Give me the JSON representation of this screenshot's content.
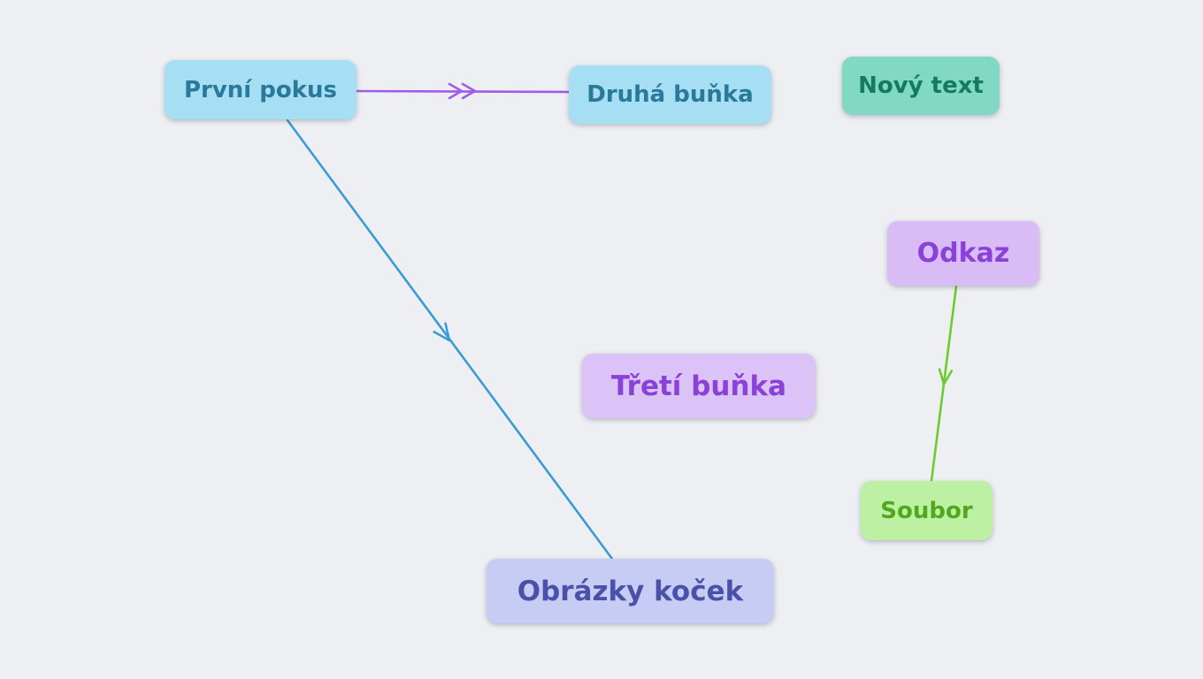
{
  "canvas": {
    "background": "#edeff2",
    "nodes": [
      {
        "id": "prvni-pokus",
        "label": "První pokus",
        "fill": "#a6def4",
        "text_color": "#29799a"
      },
      {
        "id": "druha-bunka",
        "label": "Druhá buňka",
        "fill": "#a6def4",
        "text_color": "#29799a"
      },
      {
        "id": "novy-text",
        "label": "Nový text",
        "fill": "#82d9c3",
        "text_color": "#147a60"
      },
      {
        "id": "odkaz",
        "label": "Odkaz",
        "fill": "#d9bbf6",
        "text_color": "#8a41d8"
      },
      {
        "id": "treti-bunka",
        "label": "Třetí buňka",
        "fill": "#dcc3f7",
        "text_color": "#8a41d8"
      },
      {
        "id": "soubor",
        "label": "Soubor",
        "fill": "#bdf0a2",
        "text_color": "#50a81e"
      },
      {
        "id": "obrazky-kocek",
        "label": "Obrázky koček",
        "fill": "#c7ccf4",
        "text_color": "#4b51a8"
      }
    ],
    "edges": [
      {
        "id": "prvni-to-druha",
        "from": "První pokus",
        "to": "Druhá buňka",
        "color": "#a05ce8",
        "arrow": "double-chevron-mid"
      },
      {
        "id": "prvni-to-obrazky",
        "from": "První pokus",
        "to": "Obrázky koček",
        "color": "#3a9bd5",
        "arrow": "chevron-mid"
      },
      {
        "id": "odkaz-to-soubor",
        "from": "Odkaz",
        "to": "Soubor",
        "color": "#6ccc2e",
        "arrow": "chevron-mid"
      }
    ]
  }
}
